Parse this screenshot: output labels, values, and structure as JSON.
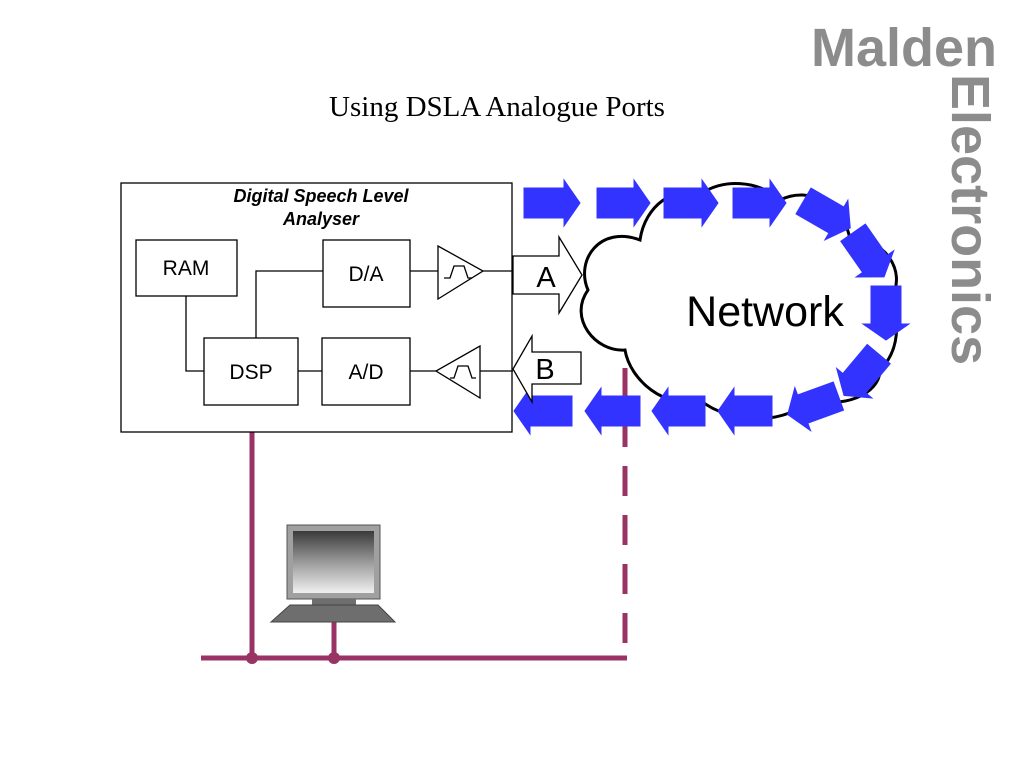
{
  "slide": {
    "title": "Using DSLA Analogue Ports"
  },
  "logo": {
    "line1": "Malden",
    "line2": "Electronics",
    "color": "#8c8c8c"
  },
  "analyser": {
    "title_line1": "Digital Speech Level",
    "title_line2": "Analyser",
    "ram": "RAM",
    "dsp": "DSP",
    "dac": "D/A",
    "adc": "A/D",
    "filter_out_icon": "bandpass-filter-icon",
    "filter_in_icon": "bandpass-filter-icon"
  },
  "ports": {
    "a": "A",
    "b": "B"
  },
  "network": {
    "label": "Network"
  },
  "colors": {
    "flow_arrows": "#3333ff",
    "bus": "#993366"
  },
  "icons": {
    "computer": "desktop-computer-icon"
  }
}
